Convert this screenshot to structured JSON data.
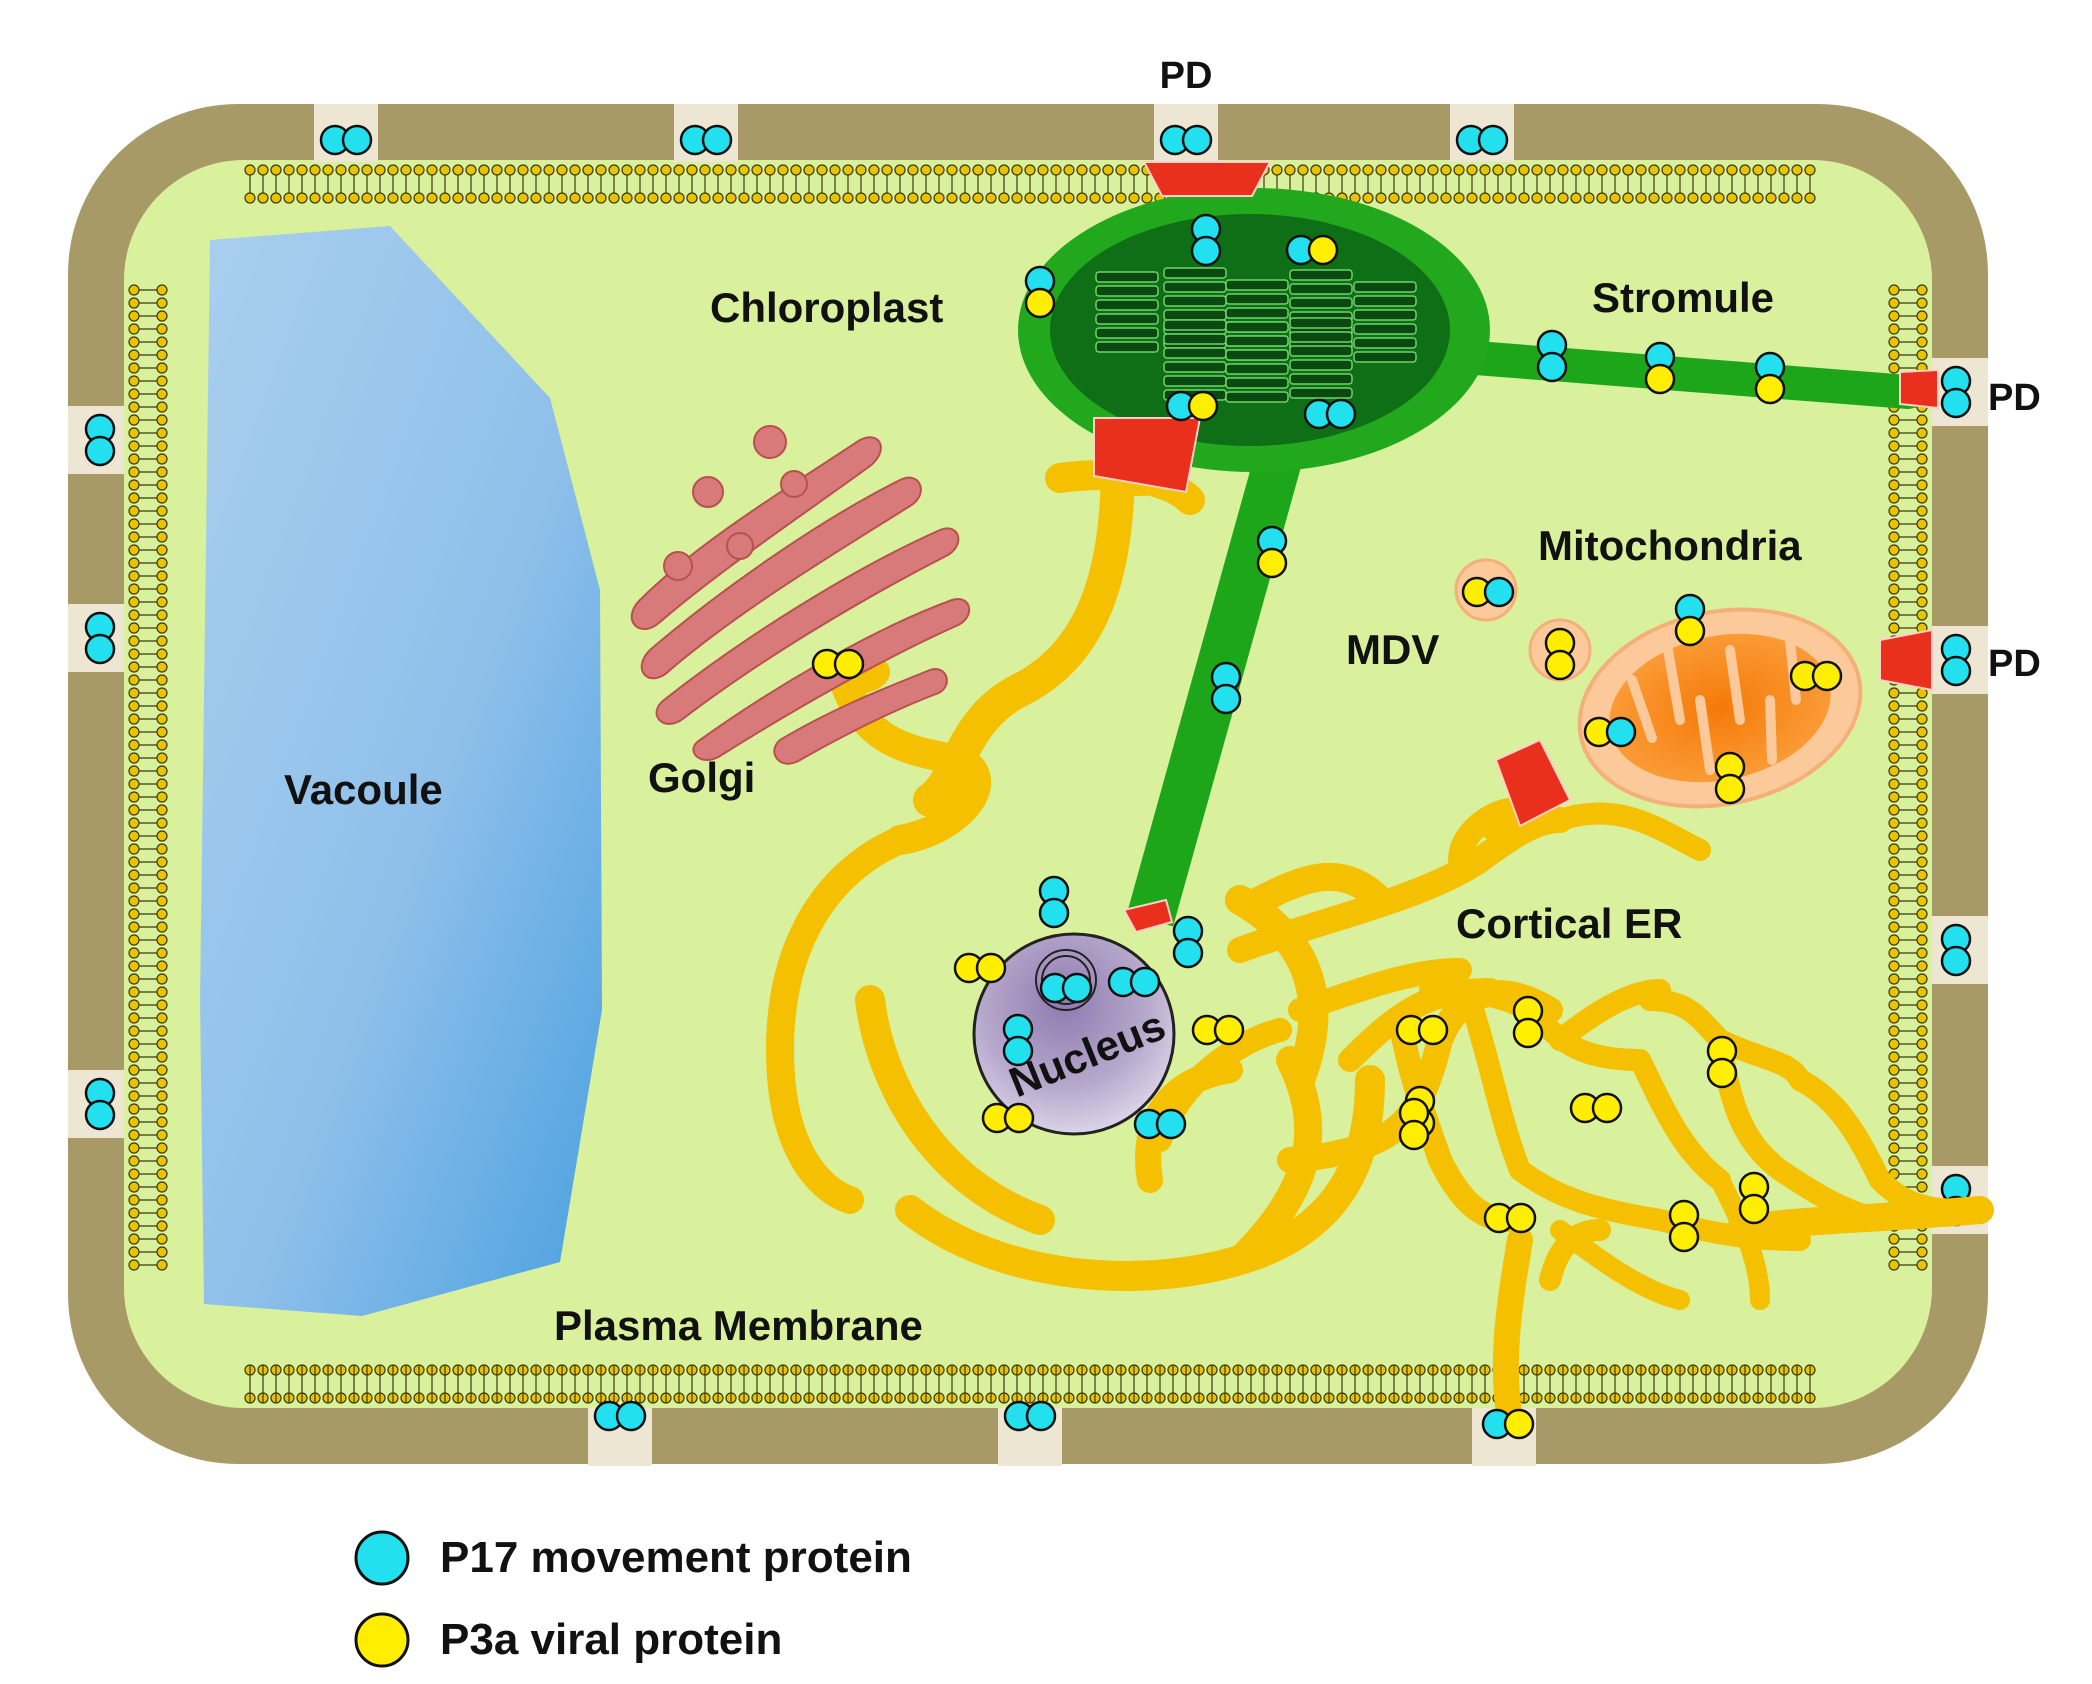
{
  "labels": {
    "pd_top": "PD",
    "pd_right_1": "PD",
    "pd_right_2": "PD",
    "chloroplast": "Chloroplast",
    "stromule": "Stromule",
    "mitochondria": "Mitochondria",
    "mdv": "MDV",
    "golgi": "Golgi",
    "vacoule": "Vacoule",
    "nucleus": "Nucleus",
    "cortical_er": "Cortical ER",
    "plasma_membrane": "Plasma Membrane"
  },
  "legend": [
    {
      "label": "P17 movement protein",
      "color": "#22e0ee"
    },
    {
      "label": "P3a viral protein",
      "color": "#ffee00"
    }
  ],
  "colors": {
    "cell_wall": "#a89a66",
    "pd_channel": "#ece6d2",
    "cytoplasm": "#d9f09c",
    "membrane_lipid": "#e8c400",
    "vacuole": "#7fb6e6",
    "chloroplast_outer": "#22a81c",
    "chloroplast_inner": "#0f6f16",
    "stromule": "#1ea61a",
    "er": "#f5c000",
    "golgi": "#d87a7a",
    "mitochondria_outer": "#fbc99a",
    "mitochondria_inner": "#f57e0a",
    "nucleus": "#a89ac0",
    "contact_site": "#e8301c",
    "p17": "#22e0ee",
    "p3a": "#ffee00"
  },
  "icons": [
    "p17-protein-icon",
    "p3a-protein-icon"
  ]
}
